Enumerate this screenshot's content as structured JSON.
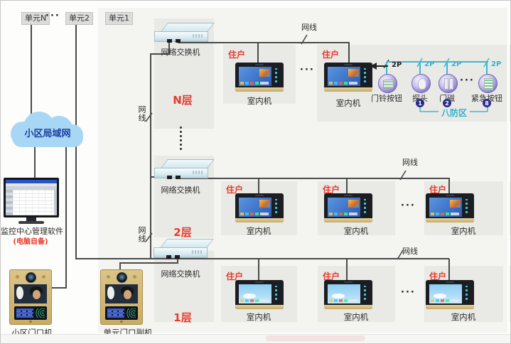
{
  "units_bar": {
    "unit_n": "单元N",
    "ellipsis": "···",
    "unit_2": "单元2",
    "unit_1": "单元1"
  },
  "cloud": {
    "label": "小区局域网"
  },
  "management": {
    "label": "监控中心管理软件",
    "note": "(电脑自备)"
  },
  "stations": {
    "community": "小区门口机",
    "unit_sub": "单元门口副机"
  },
  "network": {
    "cable": "网线"
  },
  "floors": [
    {
      "name": "N层",
      "switch": "网络交换机"
    },
    {
      "name": "2层",
      "switch": "网络交换机"
    },
    {
      "name": "1层",
      "switch": "网络交换机"
    }
  ],
  "household": {
    "label": "住户",
    "indoor_unit": "室内机",
    "ellipsis": "···"
  },
  "alarm": {
    "doorbell": {
      "label": "门铃按钮",
      "wire": "2P"
    },
    "detector": {
      "label": "探头",
      "badge": "1",
      "wire": "2P"
    },
    "door_magnet": {
      "label": "门磁",
      "badge": "2",
      "wire": "2P"
    },
    "emergency": {
      "label": "紧急按钮",
      "badge": "8",
      "wire": "2P"
    },
    "ellipsis": "···",
    "zone": "八防区"
  },
  "colors": {
    "accent_red": "#e8392a",
    "teal": "#2fb3cd",
    "badge_navy": "#2b2b8c",
    "cloud_fill": "#a8d7f5",
    "cloud_text": "#1c3fa0",
    "wire": "#4a4a4a",
    "panel": "#f4f4f1",
    "box": "#e9e9e6"
  }
}
